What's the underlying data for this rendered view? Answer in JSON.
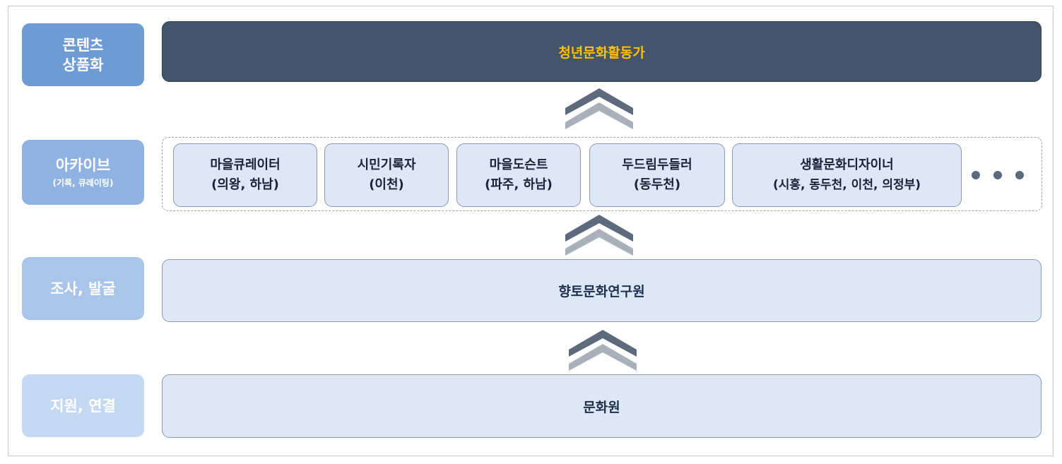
{
  "side_labels": [
    {
      "main": "콘텐츠\n상품화",
      "lines": [
        "콘텐츠",
        "상품화"
      ],
      "sub": ""
    },
    {
      "main": "아카이브",
      "sub": "(기록, 큐레이팅)"
    },
    {
      "main": "조사, 발굴",
      "sub": ""
    },
    {
      "main": "지원, 연결",
      "sub": ""
    }
  ],
  "bands": {
    "top": "청년문화활동가",
    "middle": "향토문화연구원",
    "bottom": "문화원"
  },
  "archive_cards": [
    {
      "name": "마을큐레이터",
      "region": "(의왕, 하남)"
    },
    {
      "name": "시민기록자",
      "region": "(이천)"
    },
    {
      "name": "마을도슨트",
      "region": "(파주, 하남)"
    },
    {
      "name": "두드림두들러",
      "region": "(동두천)"
    },
    {
      "name": "생활문화디자이너",
      "region": "(시흥, 동두천, 이천, 의정부)"
    }
  ],
  "icons": {
    "chevron": "double-chevron-up-icon",
    "more": "ellipsis-icon"
  },
  "colors": {
    "top_band": "#44546a",
    "top_text": "#ffc000",
    "card_fill": "#dde8f6",
    "chevron_dark": "#5d6a7d",
    "chevron_light": "#a9b0ba"
  }
}
